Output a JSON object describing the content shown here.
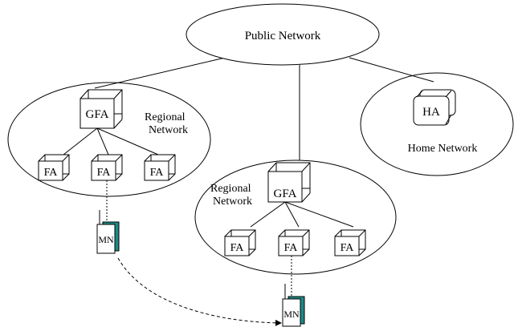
{
  "public_network": {
    "label": "Public Network"
  },
  "left_region": {
    "gfa_label": "GFA",
    "region_label_line1": "Regional",
    "region_label_line2": "Network",
    "fa_labels": [
      "FA",
      "FA",
      "FA"
    ],
    "mobile_node_label": "MN"
  },
  "center_region": {
    "gfa_label": "GFA",
    "region_label_line1": "Regional",
    "region_label_line2": "Network",
    "fa_labels": [
      "FA",
      "FA",
      "FA"
    ],
    "mobile_node_label": "MN"
  },
  "home_network": {
    "ha_label": "HA",
    "region_label": "Home Network"
  },
  "colors": {
    "line": "#000000",
    "mobile_node_accent": "#1e8a85"
  }
}
